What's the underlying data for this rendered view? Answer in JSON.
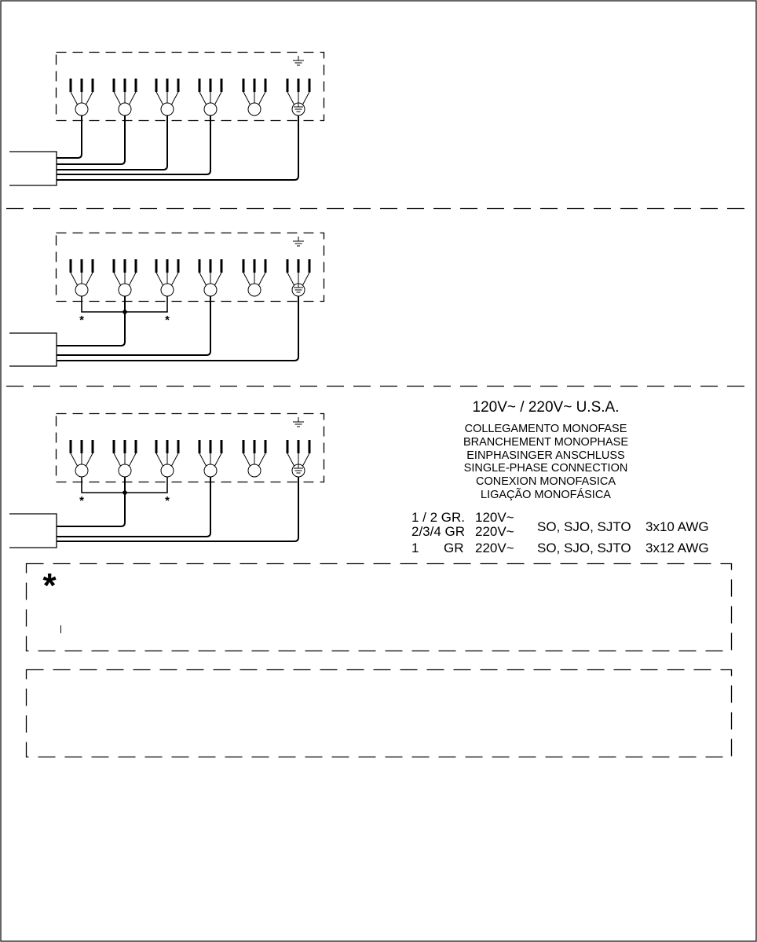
{
  "header": {
    "title": "120V~ / 220V~ U.S.A."
  },
  "connection_labels": [
    "COLLEGAMENTO MONOFASE",
    "BRANCHEMENT MONOPHASE",
    "EINPHASINGER ANSCHLUSS",
    "SINGLE-PHASE CONNECTION",
    "CONEXION MONOFASICA",
    "LIGAÇÃO MONOFÁSICA"
  ],
  "cable_table": {
    "rows": [
      {
        "groups": "1 / 2 GR.",
        "voltage": "120V~"
      },
      {
        "groups": "2/3/4 GR",
        "voltage": "220V~"
      },
      {
        "groups_count": "1",
        "groups_unit": "GR",
        "voltage": "220V~",
        "cable_type": "SO, SJO, SJTO",
        "conductors": "3x12 AWG"
      }
    ],
    "shared_cable": {
      "cable_type": "SO, SJO, SJTO",
      "conductors": "3x10 AWG"
    }
  },
  "diagrams": {
    "jumper_mark": "*"
  },
  "note": {
    "mark": "*"
  },
  "colors": {
    "ink": "#000000",
    "paper": "#ffffff"
  }
}
